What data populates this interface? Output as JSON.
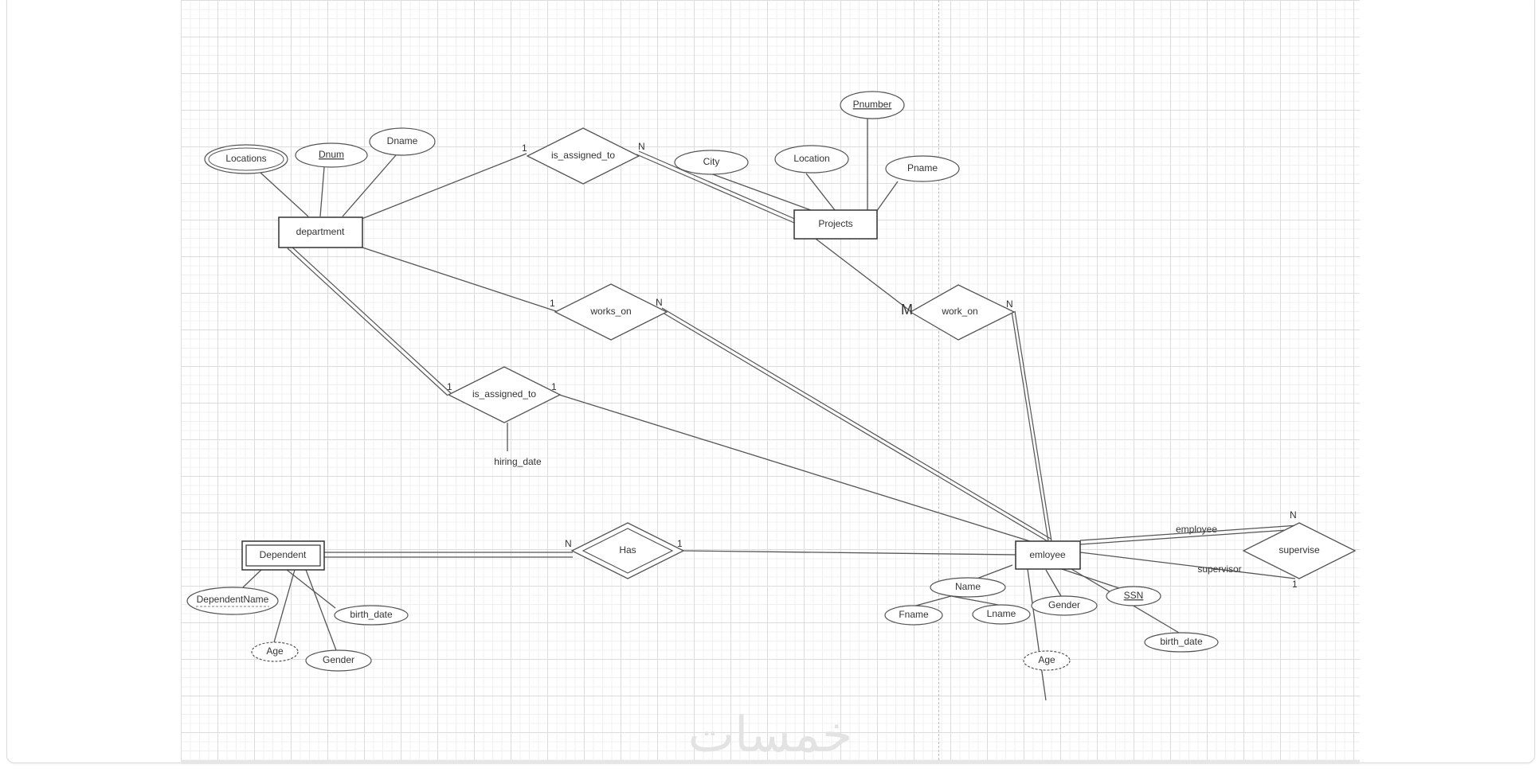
{
  "entities": {
    "department": "department",
    "projects": "Projects",
    "dependent": "Dependent",
    "employee": "emloyee"
  },
  "relationships": {
    "dept_project": "is_assigned_to",
    "works_on": "works_on",
    "work_on": "work_on",
    "dept_employee": "is_assigned_to",
    "has": "Has",
    "supervise": "supervise"
  },
  "attributes": {
    "locations": "Locations",
    "dnum": "Dnum",
    "dname": "Dname",
    "city": "City",
    "location": "Location",
    "pnumber": "Pnumber",
    "pname": "Pname",
    "hiring_date": "hiring_date",
    "dependent_name": "DependentName",
    "dep_birth_date": "birth_date",
    "dep_age": "Age",
    "dep_gender": "Gender",
    "name": "Name",
    "fname": "Fname",
    "lname": "Lname",
    "gender": "Gender",
    "ssn": "SSN",
    "birth_date": "birth_date",
    "age": "Age"
  },
  "cardinalities": {
    "dp_dept": "1",
    "dp_proj": "N",
    "wo_dept": "1",
    "wo_emp": "N",
    "w_proj": "M",
    "w_emp": "N",
    "de_dept": "1",
    "de_emp": "1",
    "has_dep": "N",
    "has_emp": "1",
    "sup_n": "N",
    "sup_1": "1"
  },
  "roles": {
    "employee": "employee",
    "supervisor": "supervisor"
  },
  "watermark": "خمسات"
}
